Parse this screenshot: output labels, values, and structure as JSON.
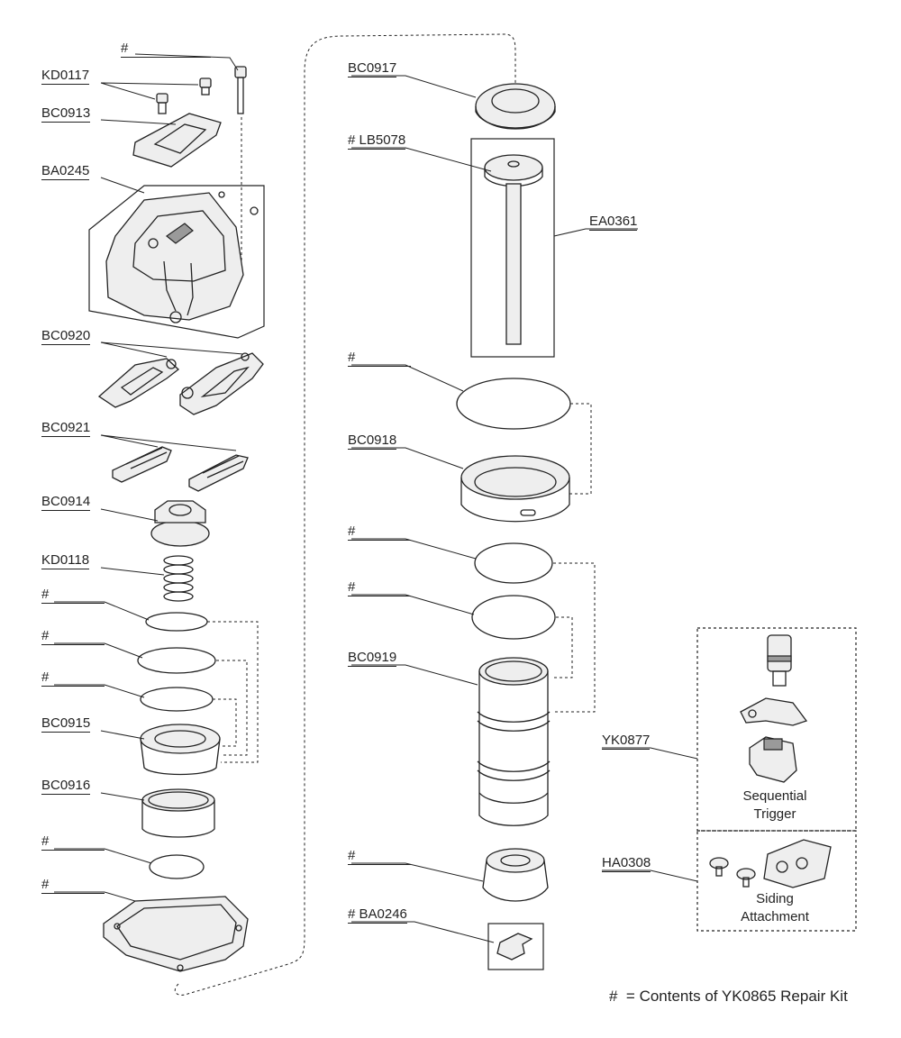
{
  "labels": {
    "hash_top": "#",
    "kd0117": "KD0117",
    "bc0913": "BC0913",
    "ba0245": "BA0245",
    "bc0920": "BC0920",
    "bc0921": "BC0921",
    "bc0914": "BC0914",
    "kd0118": "KD0118",
    "hash_l1": "#",
    "hash_l2": "#",
    "hash_l3": "#",
    "bc0915": "BC0915",
    "bc0916": "BC0916",
    "hash_l4": "#",
    "hash_l5": "#",
    "bc0917": "BC0917",
    "lb5078": "# LB5078",
    "ea0361": "EA0361",
    "hash_r1": "#",
    "bc0918": "BC0918",
    "hash_r2": "#",
    "hash_r3": "#",
    "bc0919": "BC0919",
    "hash_r4": "#",
    "ba0246": "# BA0246",
    "yk0877": "YK0877",
    "ha0308": "HA0308"
  },
  "captions": {
    "seq_line1": "Sequential",
    "seq_line2": "Trigger",
    "siding_line1": "Siding",
    "siding_line2": "Attachment"
  },
  "footer": {
    "symbol": "#",
    "text": "= Contents of YK0865 Repair Kit"
  }
}
